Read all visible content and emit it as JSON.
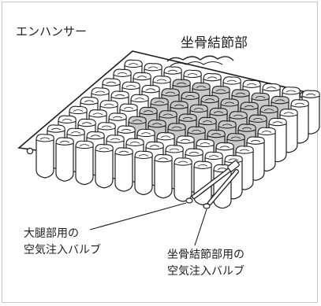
{
  "title": "エンハンサー",
  "region_label": "坐骨結節部",
  "callouts": {
    "thigh_valve": {
      "line1": "大腿部用の",
      "line2": "空気注入バルブ"
    },
    "ischial_valve": {
      "line1": "坐骨結節部用の",
      "line2": "空気注入バルブ"
    }
  },
  "colors": {
    "outline": "#1e1e1e",
    "cell_fill": "#ffffff",
    "shaded_cell_fill": "#c9c9c9",
    "frame": "#c8c8c8"
  }
}
